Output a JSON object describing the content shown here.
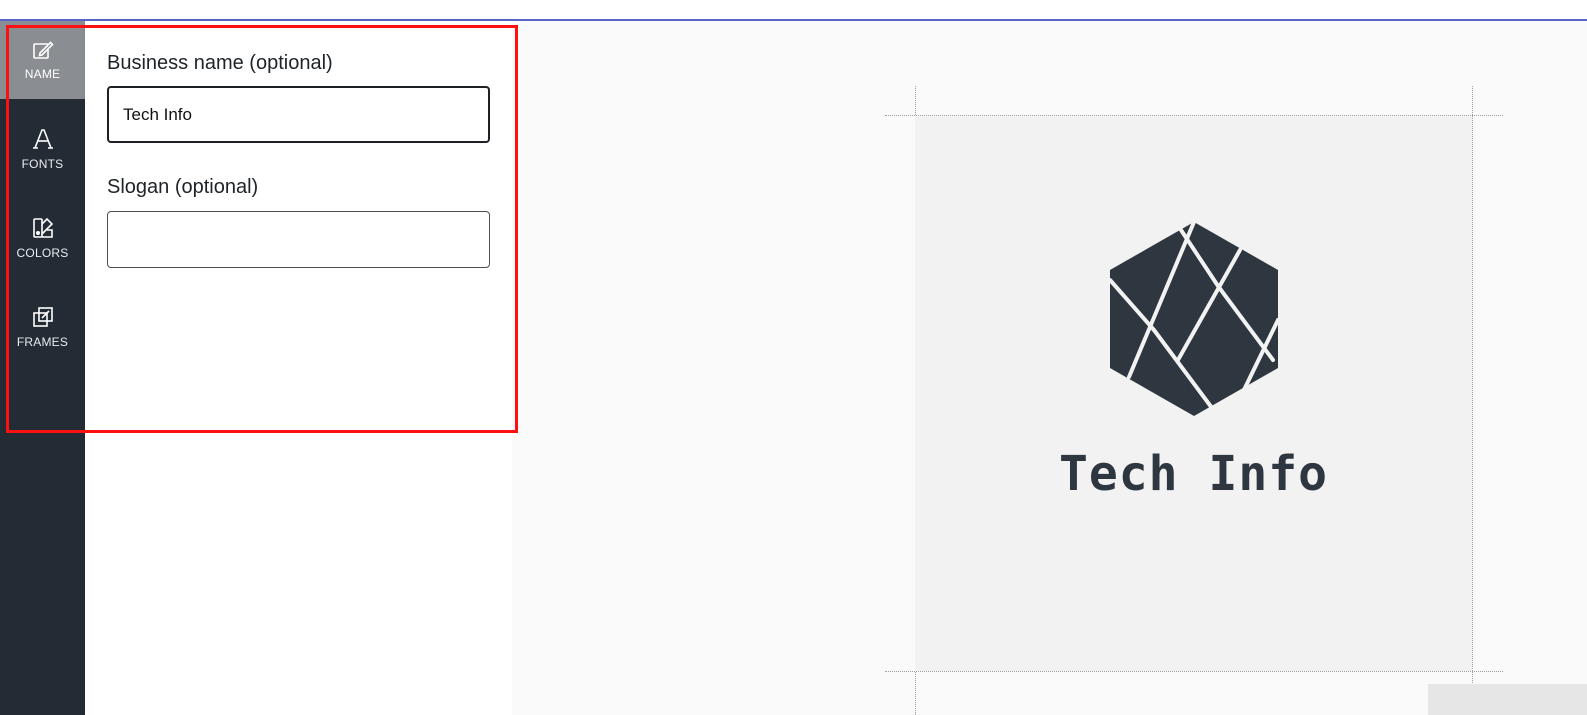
{
  "sidebar": {
    "items": [
      {
        "label": "NAME",
        "icon": "edit-icon",
        "active": true
      },
      {
        "label": "FONTS",
        "icon": "font-icon",
        "active": false
      },
      {
        "label": "COLORS",
        "icon": "palette-icon",
        "active": false
      },
      {
        "label": "FRAMES",
        "icon": "frames-icon",
        "active": false
      }
    ]
  },
  "form": {
    "business_name": {
      "label": "Business name (optional)",
      "value": "Tech Info",
      "placeholder": ""
    },
    "slogan": {
      "label": "Slogan (optional)",
      "value": "",
      "placeholder": ""
    }
  },
  "preview": {
    "logo_text": "Tech Info",
    "logo_icon": "hexagon-logo-icon"
  },
  "colors": {
    "rail_bg": "#232c35",
    "rail_active_bg": "#8a8d91",
    "logo_color": "#2e3640",
    "highlight": "#ff1010",
    "top_accent": "#5b64c9"
  }
}
